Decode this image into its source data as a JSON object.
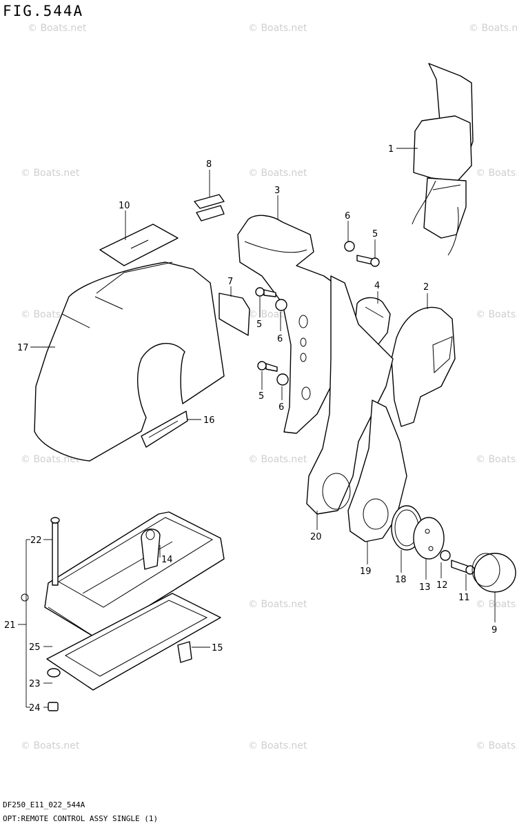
{
  "figure": {
    "title": "FIG.544A",
    "footer_code": "DF250_E11_022_544A",
    "footer_title": "OPT:REMOTE CONTROL ASSY SINGLE (1)"
  },
  "watermark": "© Boats.net",
  "callouts": {
    "p1": "1",
    "p2": "2",
    "p3": "3",
    "p4": "4",
    "p5a": "5",
    "p5b": "5",
    "p5c": "5",
    "p6a": "6",
    "p6b": "6",
    "p6c": "6",
    "p7": "7",
    "p8": "8",
    "p9": "9",
    "p10": "10",
    "p11": "11",
    "p12": "12",
    "p13": "13",
    "p14": "14",
    "p15": "15",
    "p16": "16",
    "p17": "17",
    "p18": "18",
    "p19": "19",
    "p20": "20",
    "p21": "21",
    "p22": "22",
    "p23": "23",
    "p24": "24",
    "p25": "25"
  }
}
